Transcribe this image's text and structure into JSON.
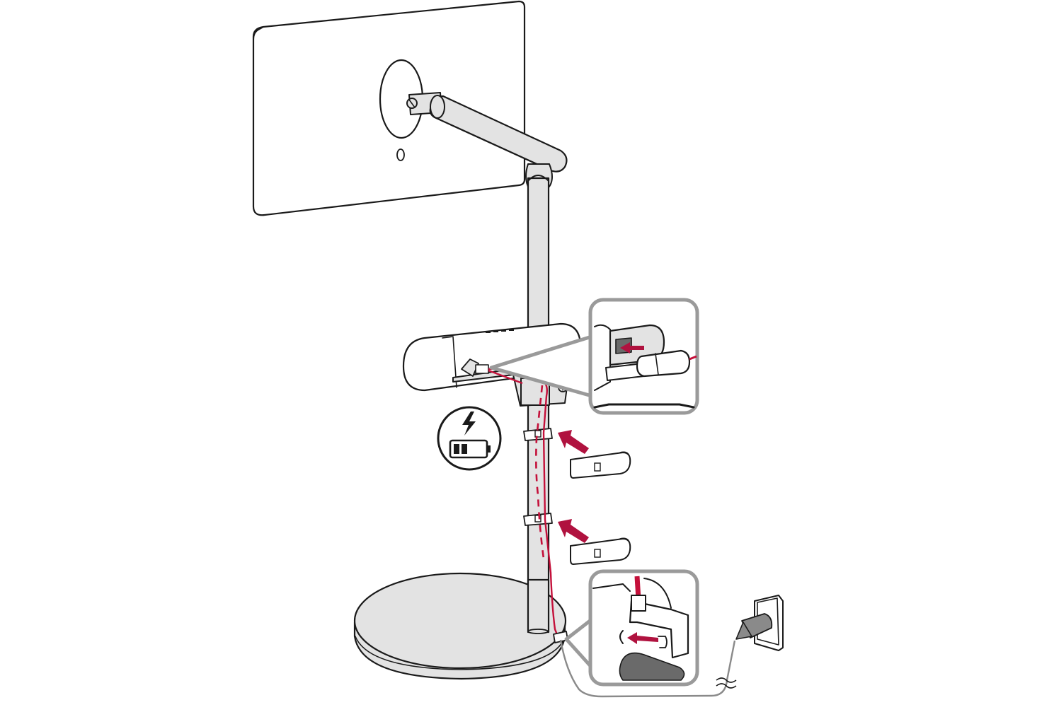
{
  "figure": {
    "subject": "monitor-stand-cable-routing",
    "colors": {
      "outline": "#1a1a1a",
      "fill_light": "#e3e3e3",
      "fill_white": "#ffffff",
      "cable_red": "#c4103a",
      "arrow_red": "#b0123f",
      "power_cord": "#8a8a8a",
      "zoom_frame": "#9a9a9a",
      "grip_dark": "#6a6a6a"
    },
    "icons": {
      "charge_indicator": "lightning-battery-icon",
      "wall_outlet": "wall-outlet-icon",
      "plug": "power-plug-icon"
    },
    "callouts": [
      {
        "name": "battery-connector-detail"
      },
      {
        "name": "base-cable-clip-detail"
      }
    ],
    "clips": [
      {
        "name": "upper-cable-clip"
      },
      {
        "name": "lower-cable-clip"
      }
    ]
  }
}
